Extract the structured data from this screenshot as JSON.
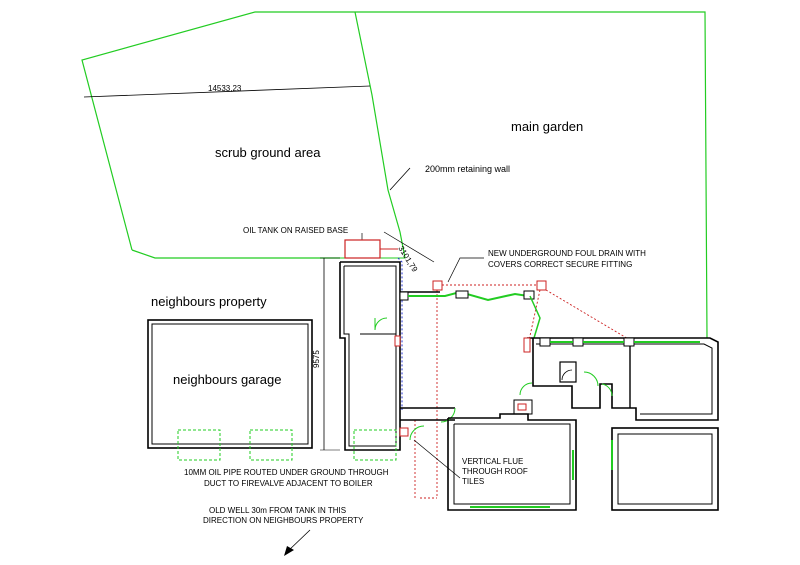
{
  "labels": {
    "main_garden": "main garden",
    "scrub_ground": "scrub ground area",
    "retaining_wall": "200mm retaining wall",
    "oil_tank": "OIL TANK ON RAISED BASE",
    "foul_drain_line1": "NEW UNDERGROUND FOUL DRAIN WITH",
    "foul_drain_line2": "COVERS CORRECT SECURE FITTING",
    "neighbours_property": "neighbours property",
    "neighbours_garage": "neighbours garage",
    "oil_pipe_line1": "10MM OIL PIPE ROUTED UNDER GROUND THROUGH",
    "oil_pipe_line2": "DUCT TO FIREVALVE ADJACENT TO BOILER",
    "flue_line1": "VERTICAL FLUE",
    "flue_line2": "THROUGH ROOF",
    "flue_line3": "TILES",
    "old_well_line1": "OLD WELL  30m FROM TANK IN THIS",
    "old_well_line2": "DIRECTION ON NEIGHBOURS PROPERTY"
  },
  "dimensions": {
    "boundary_width": "14533,23",
    "tank_offset": "3101,79",
    "side_length": "9575"
  },
  "colors": {
    "boundary": "#22cc22",
    "walls": "#000000",
    "drain": "#cc2222",
    "oil_pipe": "#2233cc",
    "tank": "#cc2222"
  }
}
